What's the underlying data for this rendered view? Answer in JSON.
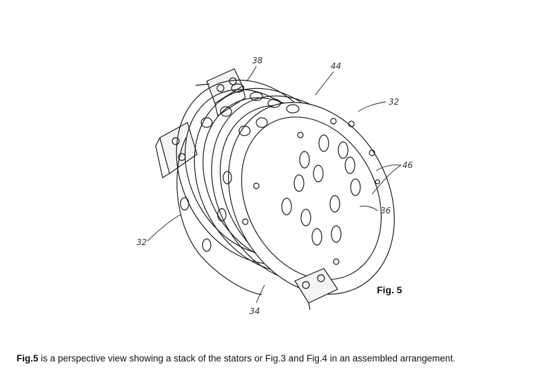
{
  "labels": {
    "ref_38": "38",
    "ref_44": "44",
    "ref_32_top": "32",
    "ref_46": "46",
    "ref_36": "36",
    "ref_32_left": "32",
    "ref_34": "34"
  },
  "figure_label": "Fig. 5",
  "caption": {
    "lead": "Fig.5",
    "text": " is a perspective view showing a stack of the stators or Fig.3 and Fig.4 in an assembled arrangement."
  }
}
